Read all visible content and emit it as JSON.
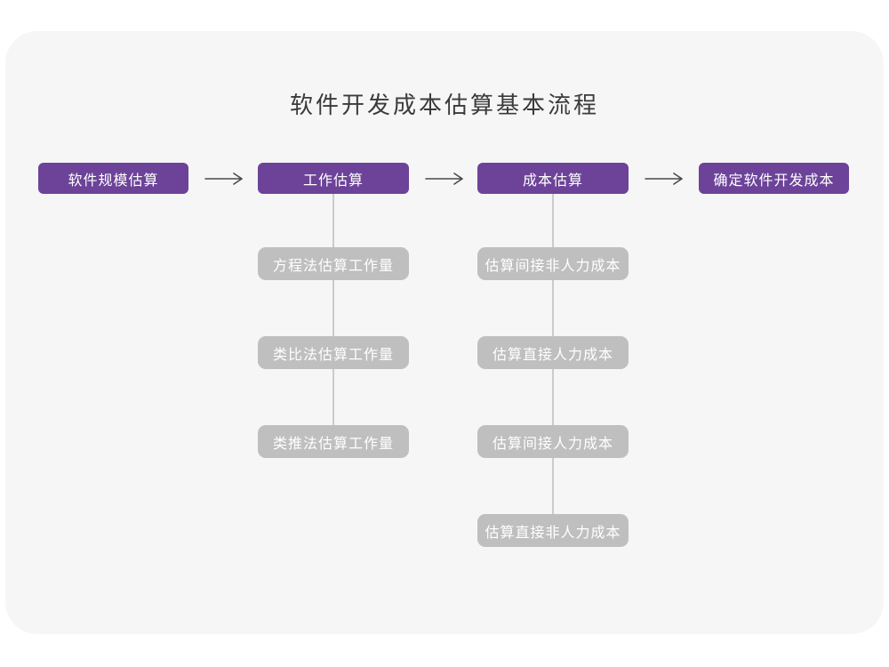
{
  "title": "软件开发成本估算基本流程",
  "flow": {
    "stages": [
      {
        "label": "软件规模估算"
      },
      {
        "label": "工作估算",
        "children": [
          "方程法估算工作量",
          "类比法估算工作量",
          "类推法估算工作量"
        ]
      },
      {
        "label": "成本估算",
        "children": [
          "估算间接非人力成本",
          "估算直接人力成本",
          "估算间接人力成本",
          "估算直接非人力成本"
        ]
      },
      {
        "label": "确定软件开发成本"
      }
    ]
  },
  "icons": {
    "arrow_right": "right-arrow"
  },
  "colors": {
    "page_bg": "#ffffff",
    "card_bg": "#f6f6f6",
    "title_text": "#3b3b3b",
    "stage_bg": "#6c4399",
    "stage_text": "#ffffff",
    "sub_bg": "#bfbfbf",
    "sub_text": "#ffffff",
    "arrow": "#4a4a4a",
    "connector": "#cbcbcb"
  }
}
